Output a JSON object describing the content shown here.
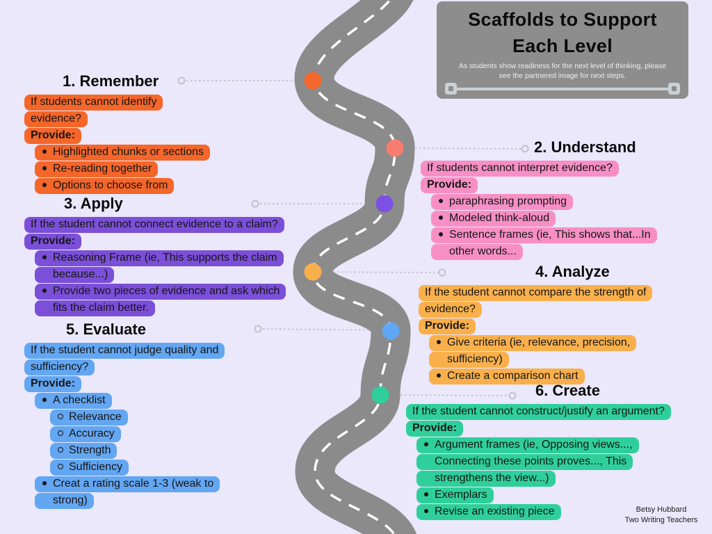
{
  "header": {
    "title_line1": "Scaffolds to Support",
    "title_line2": "Each Level",
    "subtitle_line1": "As students show readiness for the next level of thinking, please",
    "subtitle_line2": "see the partnered image for next steps."
  },
  "credit": {
    "line1": "Betsy Hubbard",
    "line2": "Two Writing Teachers"
  },
  "colors": {
    "background": "#EAE8FA",
    "road": "#8B8B8B",
    "road_center_line": "#FFFFFF",
    "header_bg": "#8D8D8D",
    "connector": "#C2C2CC",
    "text": "#151515"
  },
  "sections": [
    {
      "id": "remember",
      "title": "1. Remember",
      "color": "#F4662A",
      "marker_color": "#F4662A",
      "lines": [
        {
          "text": "If students cannot identify",
          "style": "plain"
        },
        {
          "text": "evidence?",
          "style": "plain"
        },
        {
          "text": "Provide:",
          "style": "bold"
        },
        {
          "text": "Highlighted chunks or sections",
          "style": "bullet"
        },
        {
          "text": "Re-reading together",
          "style": "bullet"
        },
        {
          "text": "Options to choose from",
          "style": "bullet"
        }
      ]
    },
    {
      "id": "understand",
      "title": "2. Understand",
      "color": "#F78FC5",
      "marker_color": "#F87D6E",
      "lines": [
        {
          "text": "If students cannot interpret evidence?",
          "style": "plain"
        },
        {
          "text": "Provide:",
          "style": "bold"
        },
        {
          "text": "paraphrasing prompting",
          "style": "bullet"
        },
        {
          "text": "Modeled think-aloud",
          "style": "bullet"
        },
        {
          "text": "Sentence frames (ie, This shows that...In",
          "style": "bullet"
        },
        {
          "text": "other words...",
          "style": "wrap"
        }
      ]
    },
    {
      "id": "apply",
      "title": "3. Apply",
      "color": "#7B4FD8",
      "marker_color": "#7C50E2",
      "lines": [
        {
          "text": "If the student cannot connect evidence to a claim?",
          "style": "plain"
        },
        {
          "text": "Provide:",
          "style": "bold"
        },
        {
          "text": "Reasoning Frame (ie, This supports the claim",
          "style": "bullet"
        },
        {
          "text": "because...)",
          "style": "wrap"
        },
        {
          "text": "Provide two pieces of evidence and ask which",
          "style": "bullet"
        },
        {
          "text": "fits the claim better.",
          "style": "wrap"
        }
      ]
    },
    {
      "id": "analyze",
      "title": "4. Analyze",
      "color": "#F9B04C",
      "marker_color": "#F9B04C",
      "lines": [
        {
          "text": "If the student cannot compare the strength of",
          "style": "plain"
        },
        {
          "text": "evidence?",
          "style": "plain"
        },
        {
          "text": "Provide:",
          "style": "bold"
        },
        {
          "text": "Give criteria (ie, relevance, precision,",
          "style": "bullet"
        },
        {
          "text": "sufficiency)",
          "style": "wrap"
        },
        {
          "text": "Create a comparison chart",
          "style": "bullet"
        }
      ]
    },
    {
      "id": "evaluate",
      "title": "5. Evaluate",
      "color": "#63A6F2",
      "marker_color": "#5FA8F5",
      "lines": [
        {
          "text": "If the student cannot judge quality and",
          "style": "plain"
        },
        {
          "text": "sufficiency?",
          "style": "plain"
        },
        {
          "text": "Provide:",
          "style": "bold"
        },
        {
          "text": "A checklist",
          "style": "bullet"
        },
        {
          "text": "Relevance",
          "style": "sub"
        },
        {
          "text": "Accuracy",
          "style": "sub"
        },
        {
          "text": "Strength",
          "style": "sub"
        },
        {
          "text": "Sufficiency",
          "style": "sub"
        },
        {
          "text": "Creat a rating scale 1-3 (weak to",
          "style": "bullet"
        },
        {
          "text": "strong)",
          "style": "wrap"
        }
      ]
    },
    {
      "id": "create",
      "title": "6. Create",
      "color": "#2FCF9B",
      "marker_color": "#2FCF9B",
      "lines": [
        {
          "text": "If the student cannot construct/justify an argument?",
          "style": "plain"
        },
        {
          "text": "Provide:",
          "style": "bold"
        },
        {
          "text": "Argument frames (ie, Opposing views...,",
          "style": "bullet"
        },
        {
          "text": "Connecting these points proves..., This",
          "style": "wrap"
        },
        {
          "text": "strengthens the view...)",
          "style": "wrap"
        },
        {
          "text": "Exemplars",
          "style": "bullet"
        },
        {
          "text": "Revise an existing piece",
          "style": "bullet"
        }
      ]
    }
  ]
}
